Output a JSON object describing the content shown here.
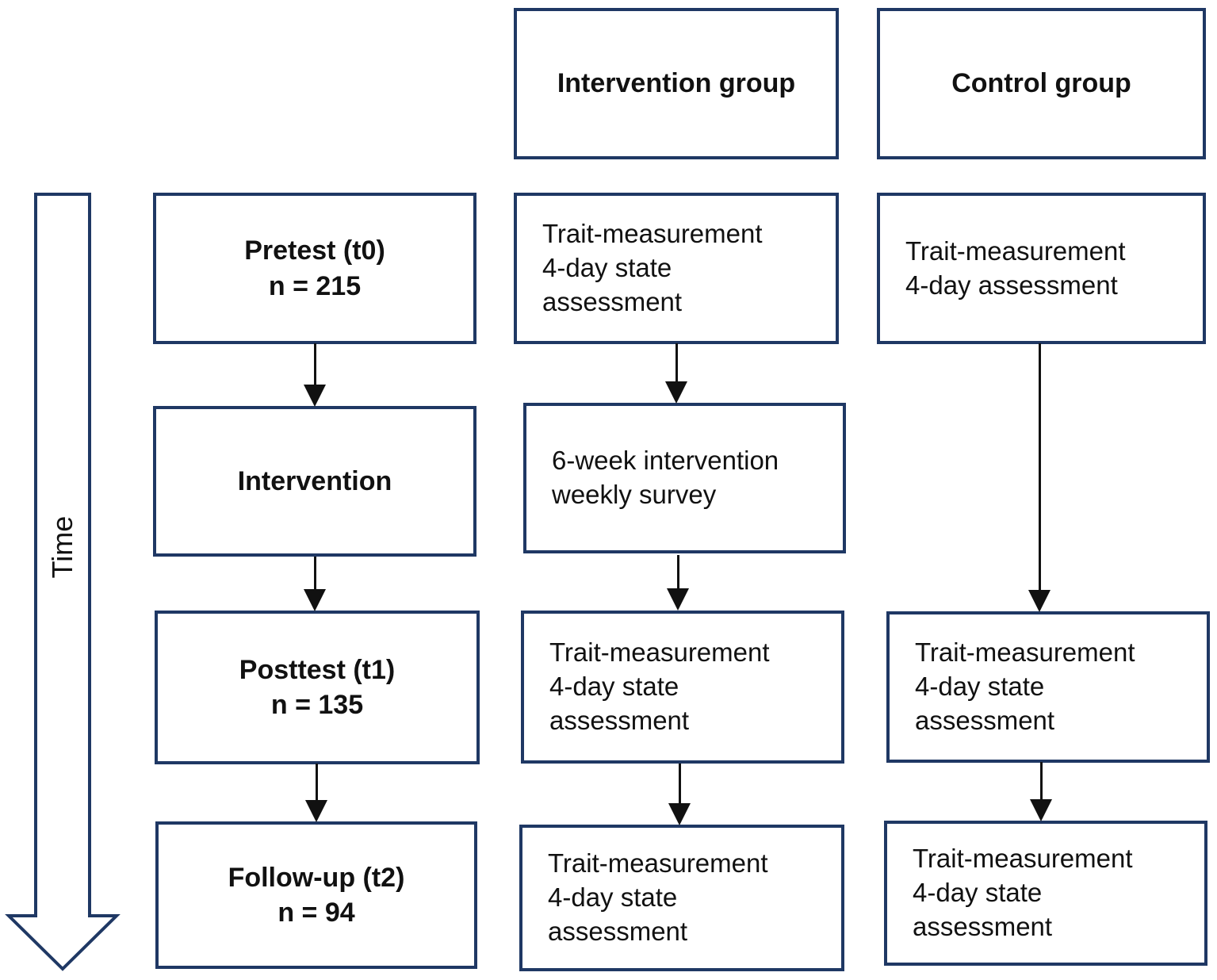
{
  "headers": {
    "intervention_group": "Intervention group",
    "control_group": "Control group"
  },
  "time_axis": {
    "label": "Time"
  },
  "columns": {
    "phase": {
      "pretest": "Pretest (t0)\nn = 215",
      "intervention": "Intervention",
      "posttest": "Posttest (t1)\nn = 135",
      "follow_up": "Follow-up (t2)\nn = 94"
    },
    "intervention_group": {
      "pretest": "Trait-measurement\n4-day state\nassessment",
      "intervention": "6-week intervention\nweekly survey",
      "posttest": "Trait-measurement\n4-day state\nassessment",
      "follow_up": "Trait-measurement\n4-day state\nassessment"
    },
    "control_group": {
      "pretest": "Trait-measurement\n4-day assessment",
      "posttest": "Trait-measurement\n4-day state\nassessment",
      "follow_up": "Trait-measurement\n4-day state\nassessment"
    }
  },
  "colors": {
    "box_border": "#1f3864",
    "arrow": "#111111",
    "text": "#111111",
    "background": "#ffffff"
  }
}
